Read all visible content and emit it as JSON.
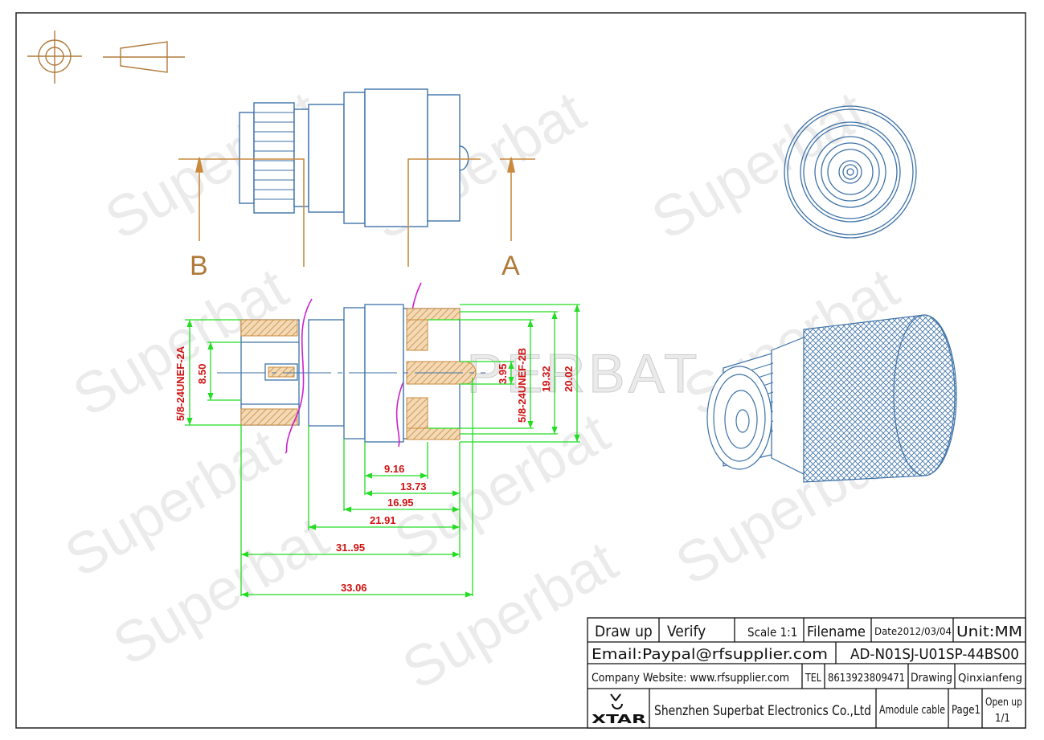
{
  "watermark": {
    "text": "Superbat",
    "center_text": "SUPERBAT"
  },
  "section_labels": {
    "b": "B",
    "a": "A"
  },
  "dimensions": {
    "left_thread": "5/8-24UNEF-2A",
    "left_dia": "8.50",
    "pin_dia": "3.95",
    "right_thread": "5/8-24UNEF-2B",
    "dia_1932": "19.32",
    "dia_2002": "20.02",
    "len_916": "9.16",
    "len_1373": "13.73",
    "len_1695": "16.95",
    "len_2191": "21.91",
    "len_3195": "31..95",
    "len_3306": "33.06"
  },
  "title_block": {
    "draw_up": "Draw up",
    "verify": "Verify",
    "scale": "Scale 1:1",
    "filename": "Filename",
    "date": "Date2012/03/04",
    "unit": "Unit:MM",
    "email": "Email:Paypal@rfsupplier.com",
    "part_no": "AD-N01SJ-U01SP-44BS00",
    "website": "Company Website:  www.rfsupplier.com",
    "tel_label": "TEL",
    "tel": "8613923809471",
    "drawing": "Drawing",
    "drawer": "Qinxianfeng",
    "logo_text": "XTAR",
    "company": "Shenzhen Superbat Electronics Co.,Ltd",
    "product": "Amodule cable",
    "page": "Page1",
    "open_up": "Open up",
    "open_up_val": "1/1"
  },
  "colors": {
    "outline": "#3e72a8",
    "section": "#c98a3e",
    "hatch": "#d49a55",
    "dimension": "#22dd22",
    "dim_text": "#d01010",
    "break_line": "#cc22cc"
  }
}
